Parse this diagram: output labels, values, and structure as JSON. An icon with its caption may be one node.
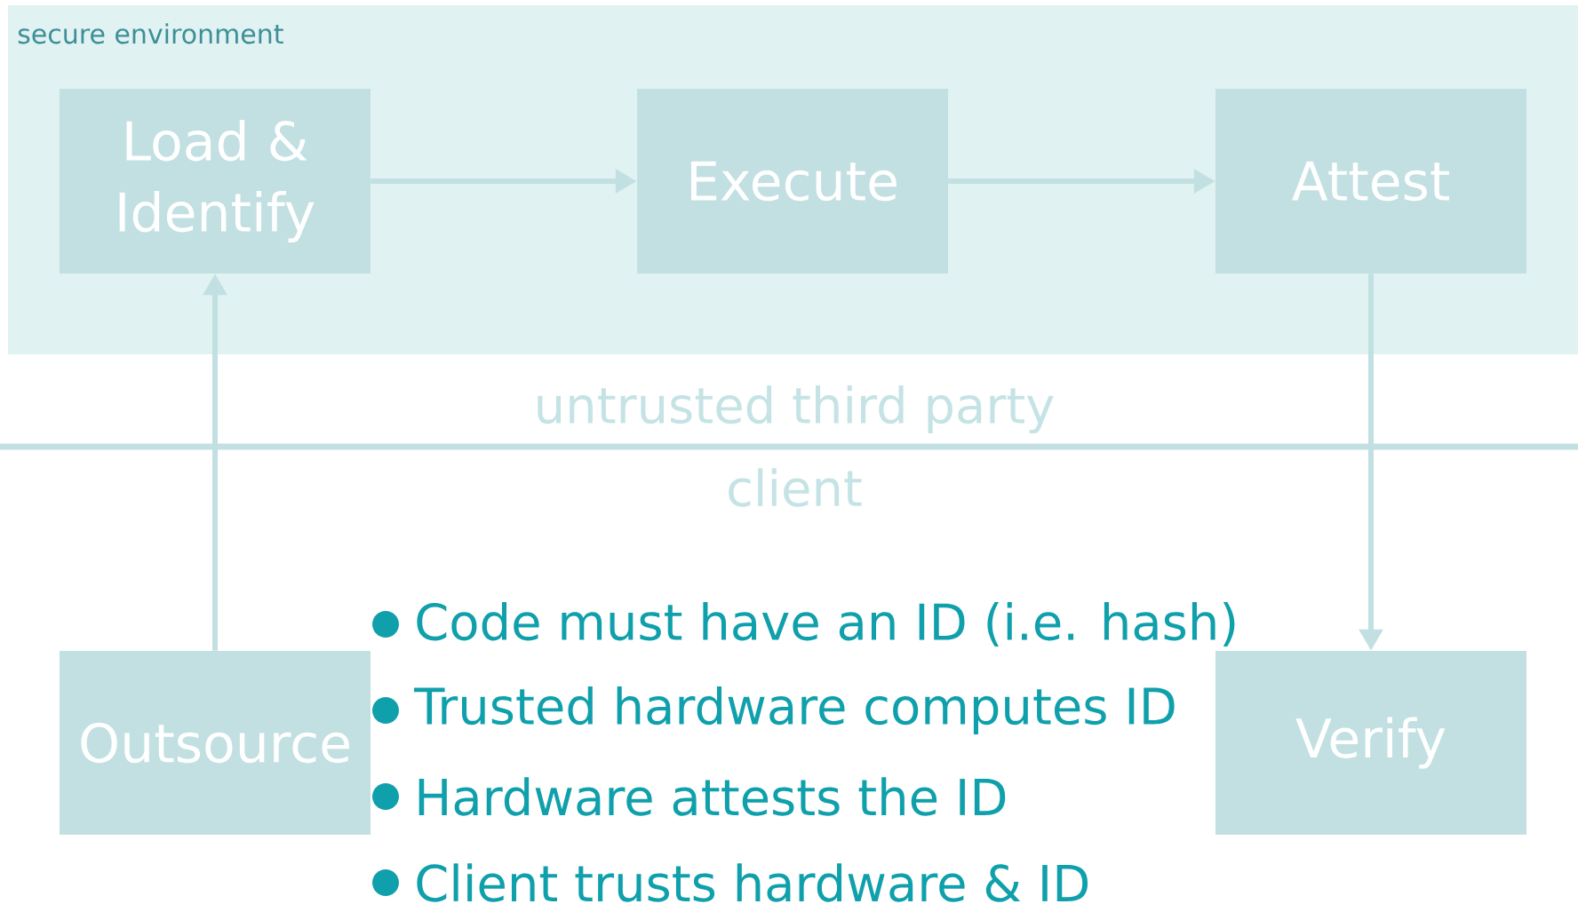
{
  "diagram": {
    "nodes": [
      {
        "text": [
          "secure environment"
        ]
      },
      {
        "text": [
          "Load & Identify"
        ],
        "in": 0
      },
      {
        "text": [
          "Execute"
        ],
        "in": 0
      },
      {
        "text": [
          "Attest"
        ],
        "in": 0
      },
      {
        "text": [
          "Outsource"
        ]
      },
      {
        "text": [
          "Verify"
        ]
      }
    ],
    "edges": [
      {
        "from": 1,
        "to": 2,
        "arrow": "to"
      },
      {
        "from": 2,
        "to": 3,
        "arrow": "to"
      },
      {
        "from": 4,
        "to": 1,
        "arrow": "to"
      },
      {
        "from": 3,
        "to": 5,
        "arrow": "to"
      }
    ],
    "labels": [
      "untrusted third party",
      "client",
      "Code must have an ID (i.e. hash)",
      "Trusted hardware computes ID",
      "Hardware attests the ID",
      "Client trusts hardware & ID"
    ]
  }
}
